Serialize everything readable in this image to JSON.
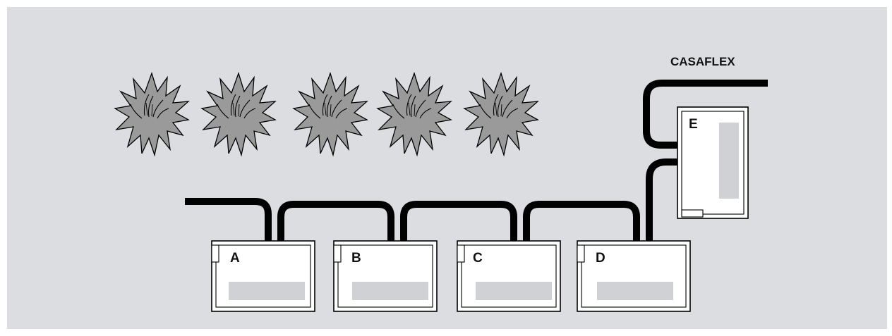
{
  "diagram": {
    "title_label": "CASAFLEX",
    "units": [
      {
        "id": "A",
        "label": "A"
      },
      {
        "id": "B",
        "label": "B"
      },
      {
        "id": "C",
        "label": "C"
      },
      {
        "id": "D",
        "label": "D"
      },
      {
        "id": "E",
        "label": "E"
      }
    ],
    "shrub_count": 5,
    "colors": {
      "background": "#dcdde0",
      "pipe": "#000000",
      "shrub_fill": "#9a9a9a",
      "box_fill": "#ffffff",
      "panel_fill": "#d0d1d4"
    }
  }
}
